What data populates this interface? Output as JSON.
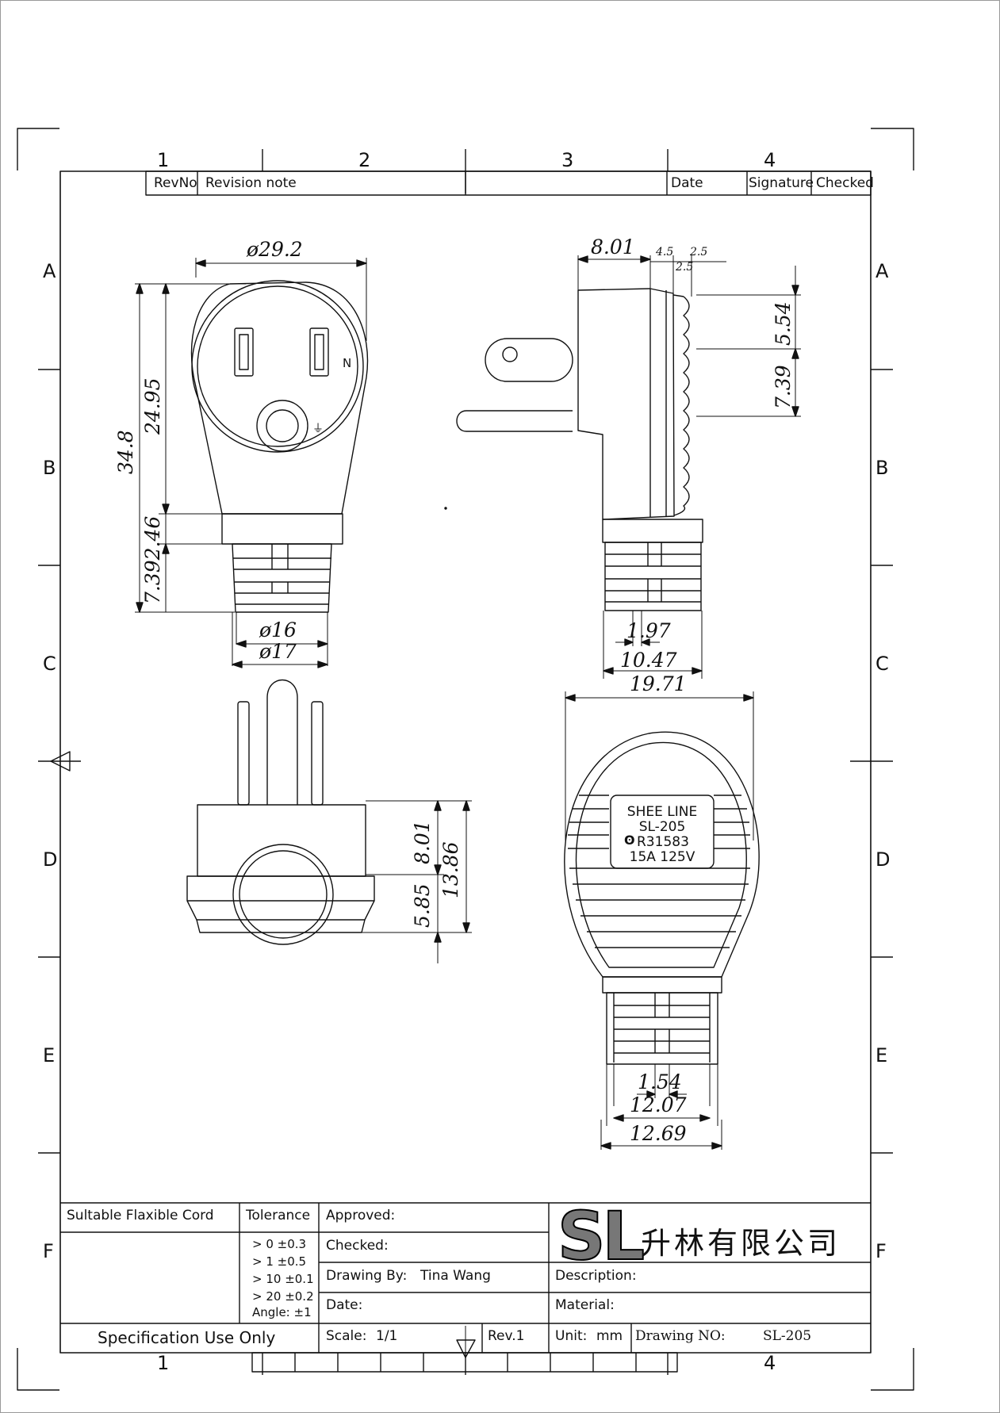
{
  "grid": {
    "cols_top": [
      "1",
      "2",
      "3",
      "4"
    ],
    "cols_bottom": [
      "1",
      "4"
    ],
    "rows_left": [
      "A",
      "B",
      "C",
      "D",
      "E",
      "F"
    ],
    "rows_right": [
      "A",
      "B",
      "C",
      "D",
      "E",
      "F"
    ]
  },
  "revision_table": {
    "revno": "RevNo",
    "note": "Revision note",
    "date": "Date",
    "signature": "Signature",
    "checked": "Checked"
  },
  "dimensions": {
    "front_diameter": "ø29.2",
    "front_height_total": "34.8",
    "front_height_face": "24.95",
    "front_height_lower": "7.392.46",
    "cord_inner_diameter": "ø16",
    "cord_outer_diameter": "ø17",
    "side_depth": "8.01",
    "side_small_a": "4.5",
    "side_small_b": "2.5",
    "side_small_c": "2.5",
    "side_pin_upper": "5.54",
    "side_pin_lower": "7.39",
    "side_cord_small": "1.97",
    "side_cord_width": "10.47",
    "bottom_upper": "8.01",
    "bottom_lower": "5.85",
    "bottom_total": "13.86",
    "back_width": "19.71",
    "back_cord_small": "1.54",
    "back_cord_inner": "12.07",
    "back_cord_outer": "12.69"
  },
  "face_marks": {
    "neutral": "N",
    "ground": "⏚"
  },
  "nameplate": {
    "line1": "SHEE LINE",
    "line2": "SL-205",
    "line3": "R31583",
    "line4": "15A 125V"
  },
  "title_block": {
    "cord_label": "Sultable Flaxible Cord",
    "tolerance_label": "Tolerance",
    "tolerances": [
      "> 0  ±0.3",
      "> 1  ±0.5",
      "> 10  ±0.1",
      "> 20  ±0.2",
      "Angle: ±1"
    ],
    "approved": "Approved:",
    "checked": "Checked:",
    "drawing_by_label": "Drawing By:",
    "drawing_by_value": "Tina Wang",
    "date": "Date:",
    "spec": "Specification Use Only",
    "scale_label": "Scale:",
    "scale_value": "1/1",
    "rev": "Rev.1",
    "logo": "SL",
    "company": "升林有限公司",
    "description": "Description:",
    "material": "Material:",
    "unit_label": "Unit:",
    "unit_value": "mm",
    "drawing_no_label": "Drawing NO:",
    "drawing_no_value": "SL-205"
  }
}
